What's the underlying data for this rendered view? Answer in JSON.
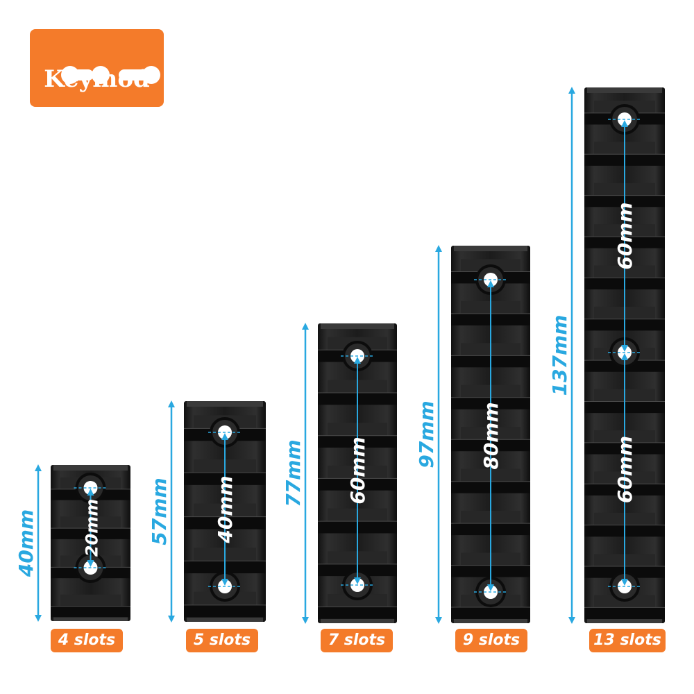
{
  "brand": {
    "label": "Keymod",
    "color": "#f47b2a"
  },
  "measure_color": "#29a8e0",
  "rails": [
    {
      "slots": "4 slots",
      "length": "40mm",
      "spacings": [
        "20mm"
      ]
    },
    {
      "slots": "5 slots",
      "length": "57mm",
      "spacings": [
        "40mm"
      ]
    },
    {
      "slots": "7 slots",
      "length": "77mm",
      "spacings": [
        "60mm"
      ]
    },
    {
      "slots": "9 slots",
      "length": "97mm",
      "spacings": [
        "80mm"
      ]
    },
    {
      "slots": "13 slots",
      "length": "137mm",
      "spacings": [
        "60mm",
        "60mm"
      ]
    }
  ]
}
